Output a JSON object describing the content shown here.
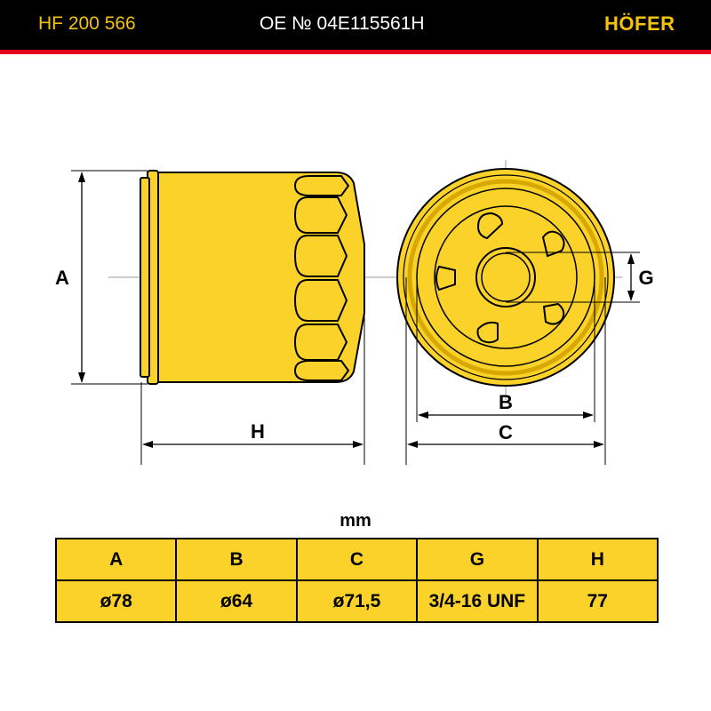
{
  "header": {
    "product_code": "HF 200 566",
    "oe_number": "OE № 04E115561H",
    "brand": "HÖFER"
  },
  "colors": {
    "accent_yellow": "#f4c20d",
    "body_yellow": "#fbd22a",
    "bar_black": "#000000",
    "stripe_red": "#e3001b"
  },
  "drawing": {
    "label_a": "A",
    "label_h": "H",
    "label_b": "B",
    "label_c": "C",
    "label_g": "G"
  },
  "table": {
    "unit": "mm",
    "headers": [
      "A",
      "B",
      "C",
      "G",
      "H"
    ],
    "values": [
      "ø78",
      "ø64",
      "ø71,5",
      "3/4-16 UNF",
      "77"
    ]
  }
}
